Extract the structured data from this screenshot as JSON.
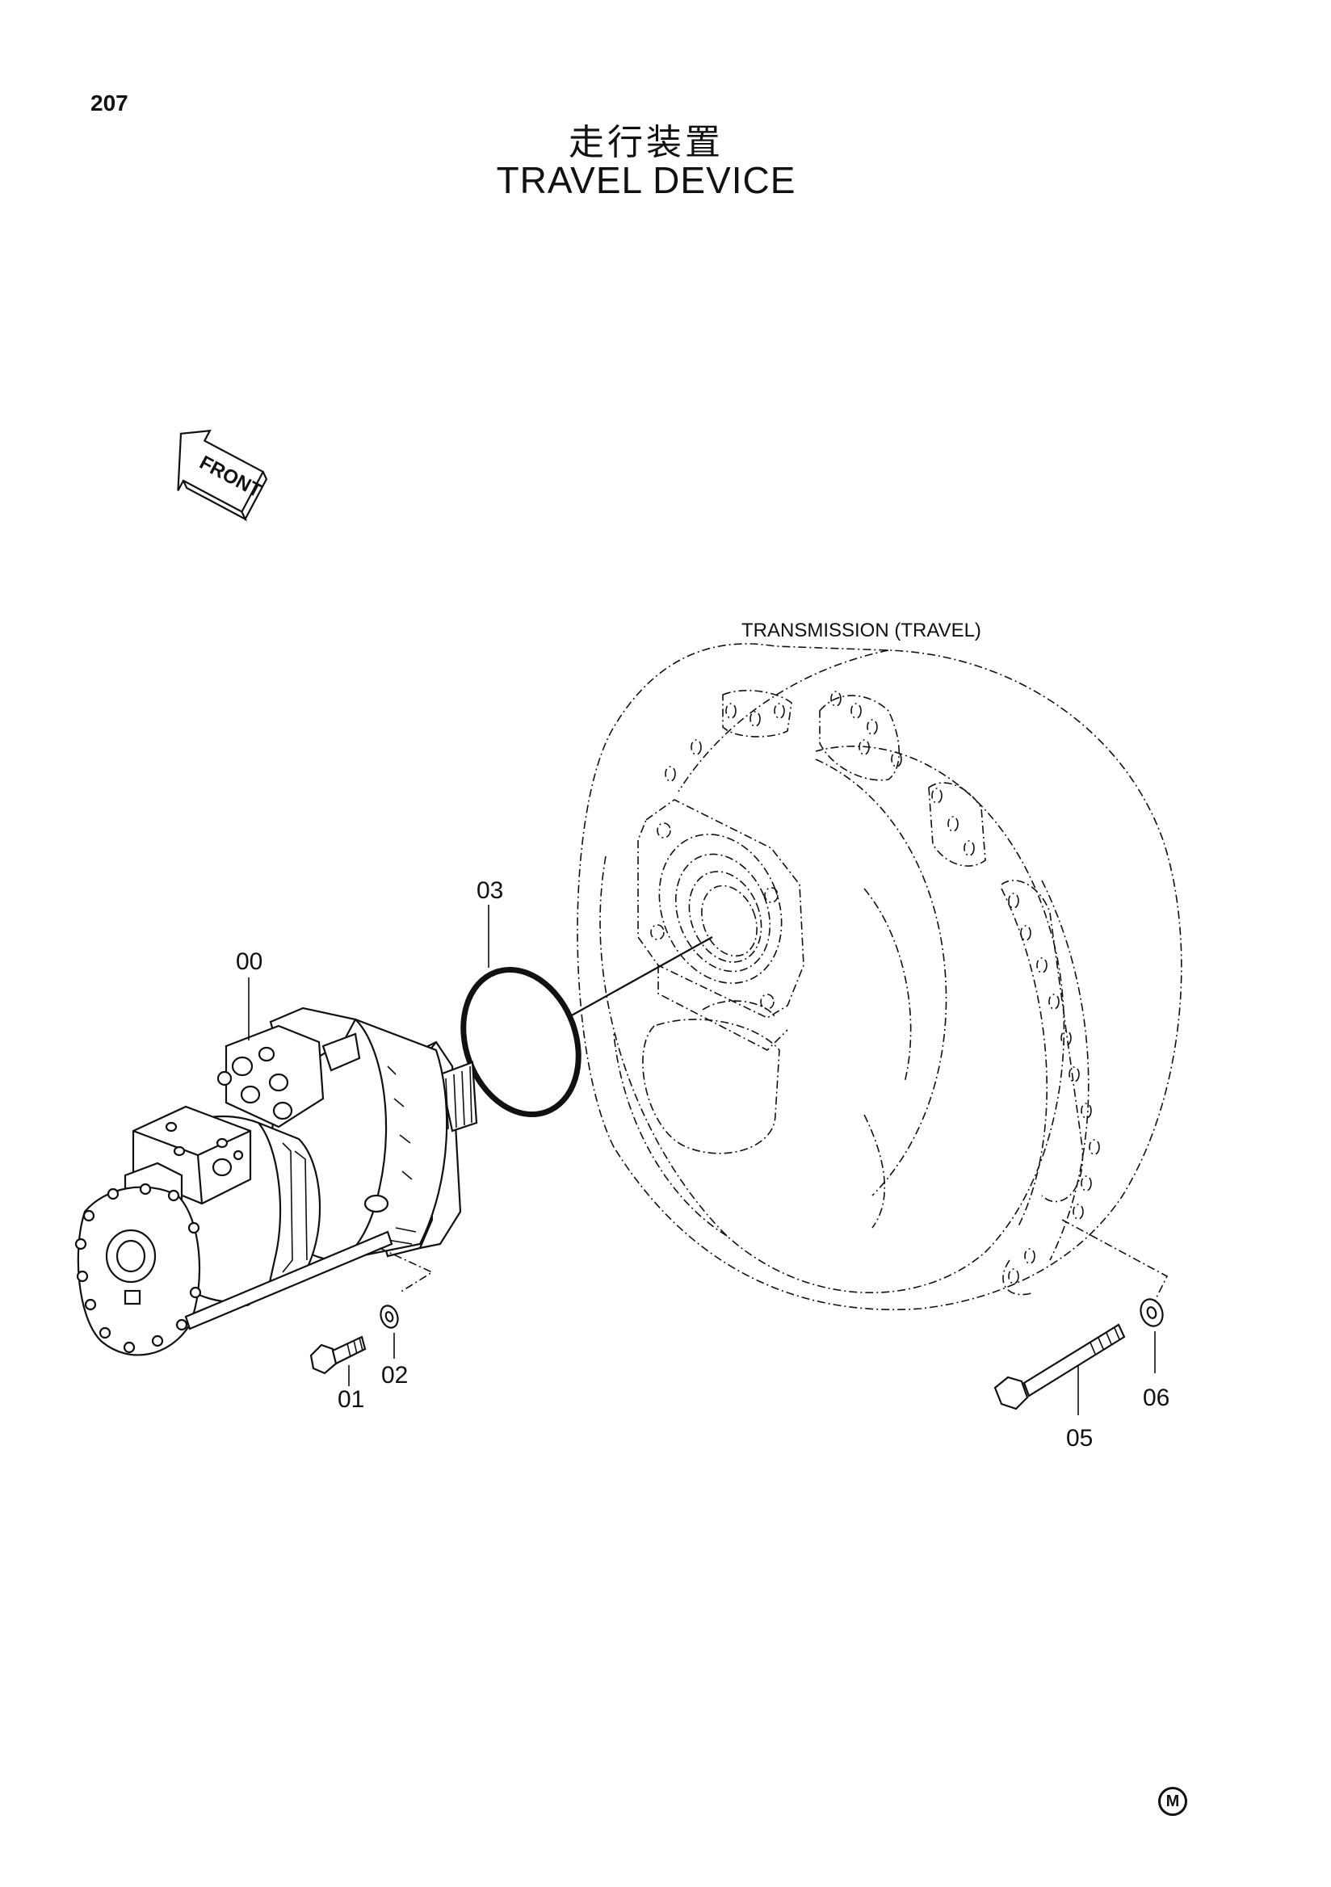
{
  "page_number": "207",
  "title_jp": "走行装置",
  "title_en": "TRAVEL DEVICE",
  "front_arrow_label": "FRONT",
  "assembly_label": "TRANSMISSION (TRAVEL)",
  "callouts": {
    "c00": "00",
    "c01": "01",
    "c02": "02",
    "c03": "03",
    "c05": "05",
    "c06": "06"
  },
  "corner_mark": "M"
}
